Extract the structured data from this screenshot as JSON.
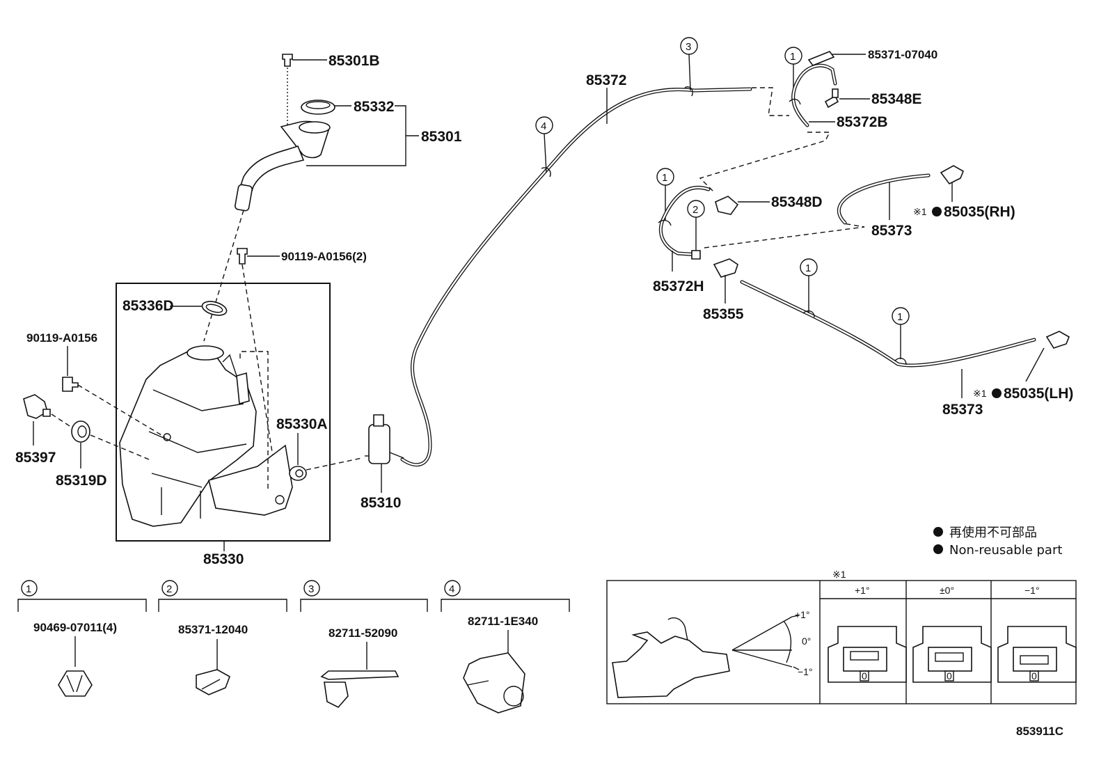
{
  "diagram_code": "853911C",
  "parts": {
    "p85301B": "85301B",
    "p85332": "85332",
    "p85301": "85301",
    "p90119_2": "90119-A0156(2)",
    "p85336D": "85336D",
    "p90119": "90119-A0156",
    "p85397": "85397",
    "p85319D": "85319D",
    "p85330A": "85330A",
    "p85310": "85310",
    "p85330": "85330",
    "p85372": "85372",
    "p85371_07040": "85371-07040",
    "p85348E": "85348E",
    "p85372B": "85372B",
    "p85348D": "85348D",
    "p85373_a": "85373",
    "p85035_rh": "85035(RH)",
    "p85372H": "85372H",
    "p85355": "85355",
    "p85373_b": "85373",
    "p85035_lh": "85035(LH)"
  },
  "callout_marks": {
    "c1": "1",
    "c2": "2",
    "c3": "3",
    "c4": "4"
  },
  "note_mark": "※1",
  "legend": {
    "jp": "再使用不可部品",
    "en": "Non-reusable part"
  },
  "clips": [
    {
      "num": "1",
      "part": "90469-07011(4)"
    },
    {
      "num": "2",
      "part": "85371-12040"
    },
    {
      "num": "3",
      "part": "82711-52090"
    },
    {
      "num": "4",
      "part": "82711-1E340"
    }
  ],
  "aim_table": {
    "note": "※1",
    "headers": [
      "+1°",
      "±0°",
      "−1°"
    ],
    "angle_labels": [
      "+1°",
      "0°",
      "−1°"
    ],
    "nozzle_readout": "0"
  }
}
